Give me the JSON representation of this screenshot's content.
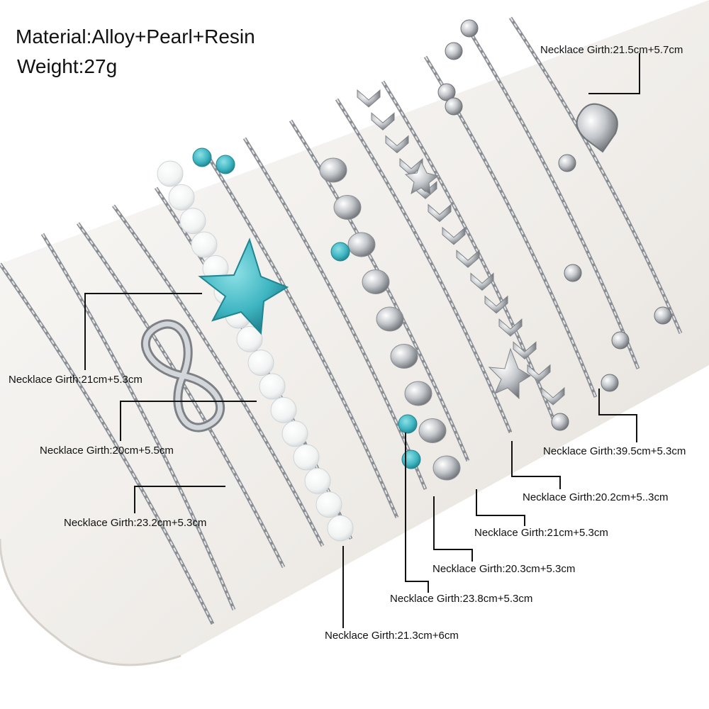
{
  "header": {
    "material": "Material:Alloy+Pearl+Resin",
    "weight": "Weight:27g"
  },
  "labels": [
    {
      "id": "heart",
      "text": "Necklace Girth:21.5cm+5.7cm"
    },
    {
      "id": "infinity",
      "text": "Necklace Girth:21cm+5.3cm"
    },
    {
      "id": "chain-a",
      "text": "Necklace Girth:20cm+5.5cm"
    },
    {
      "id": "chain-b",
      "text": "Necklace Girth:23.2cm+5.3cm"
    },
    {
      "id": "beads-round",
      "text": "Necklace Girth:39.5cm+5.3cm"
    },
    {
      "id": "arrow",
      "text": "Necklace Girth:20.2cm+5..3cm"
    },
    {
      "id": "star",
      "text": "Necklace Girth:21cm+5.3cm"
    },
    {
      "id": "sequin",
      "text": "Necklace Girth:20.3cm+5.3cm"
    },
    {
      "id": "turquoise",
      "text": "Necklace Girth:23.8cm+5.3cm"
    },
    {
      "id": "white-beads",
      "text": "Necklace Girth:21.3cm+6cm"
    }
  ],
  "colors": {
    "background": "#ffffff",
    "stand": "#f1eeeb",
    "silver": "#b9bcc0",
    "turquoise": "#3fb6c2",
    "pearl": "#f6f7f7",
    "leader": "#111111"
  }
}
